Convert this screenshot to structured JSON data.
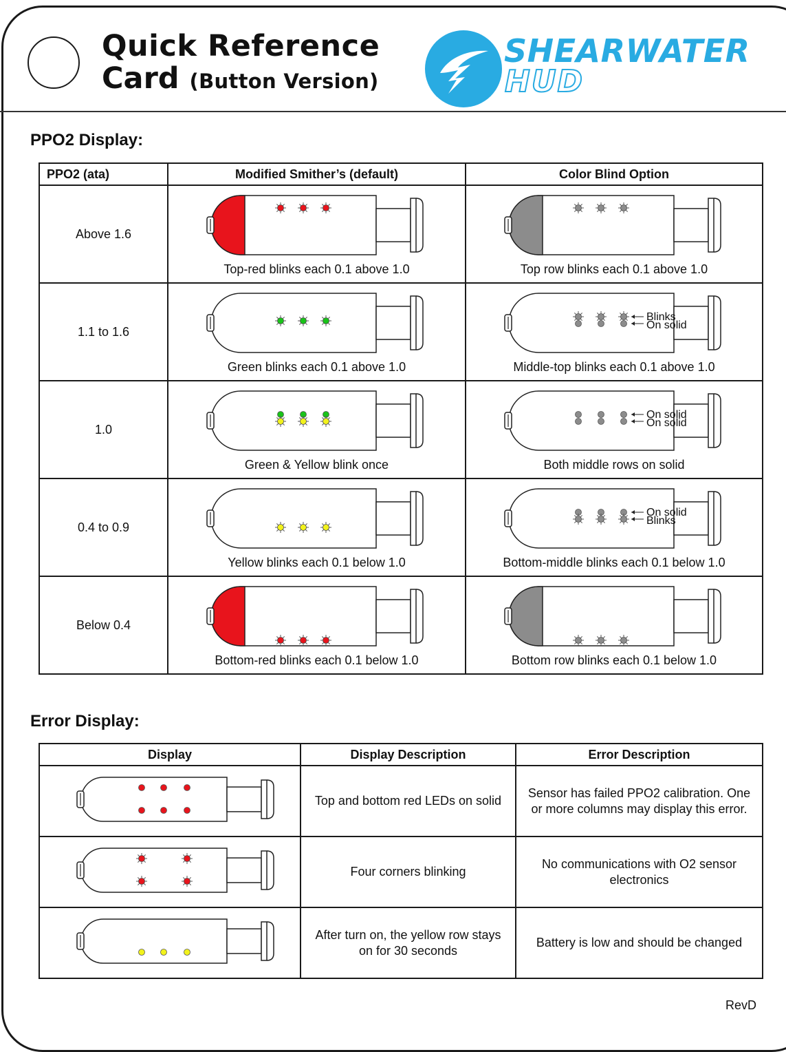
{
  "header": {
    "title_line1": "Quick Reference",
    "title_line2": "Card",
    "title_variant": "(Button Version)",
    "brand": "SHEARWATER",
    "brand_sub": "HUD"
  },
  "colors": {
    "brand_blue": "#29abe2",
    "red": "#e8141c",
    "green": "#19c319",
    "yellow": "#f2f21c",
    "grey": "#8c8c8c"
  },
  "ppo2": {
    "heading": "PPO2 Display:",
    "headers": [
      "PPO2 (ata)",
      "Modified Smither’s (default)",
      "Color Blind Option"
    ],
    "rows": [
      {
        "ppo2": "Above 1.6",
        "default_caption": "Top-red blinks each 0.1 above 1.0",
        "cb_caption": "Top row blinks each 0.1 above 1.0"
      },
      {
        "ppo2": "1.1 to 1.6",
        "default_caption": "Green blinks each 0.1 above 1.0",
        "cb_caption": "Middle-top blinks each 0.1 above 1.0",
        "cb_labels": [
          "Blinks",
          "On solid"
        ]
      },
      {
        "ppo2": "1.0",
        "default_caption": "Green & Yellow blink once",
        "cb_caption": "Both middle rows on solid",
        "cb_labels": [
          "On solid",
          "On solid"
        ]
      },
      {
        "ppo2": "0.4 to 0.9",
        "default_caption": "Yellow blinks each 0.1 below 1.0",
        "cb_caption": "Bottom-middle blinks each 0.1 below 1.0",
        "cb_labels": [
          "On solid",
          "Blinks"
        ]
      },
      {
        "ppo2": "Below 0.4",
        "default_caption": "Bottom-red blinks each 0.1 below 1.0",
        "cb_caption": "Bottom row blinks each 0.1 below 1.0"
      }
    ]
  },
  "errors": {
    "heading": "Error Display:",
    "headers": [
      "Display",
      "Display Description",
      "Error Description"
    ],
    "rows": [
      {
        "display_desc": "Top and bottom red LEDs on solid",
        "error_desc": "Sensor has failed PPO2 calibration. One or more columns may display this error."
      },
      {
        "display_desc": "Four corners blinking",
        "error_desc": "No communications with O2 sensor electronics"
      },
      {
        "display_desc": "After turn on, the yellow row stays on for 30 seconds",
        "error_desc": "Battery is low and should be changed"
      }
    ]
  },
  "revision": "RevD"
}
